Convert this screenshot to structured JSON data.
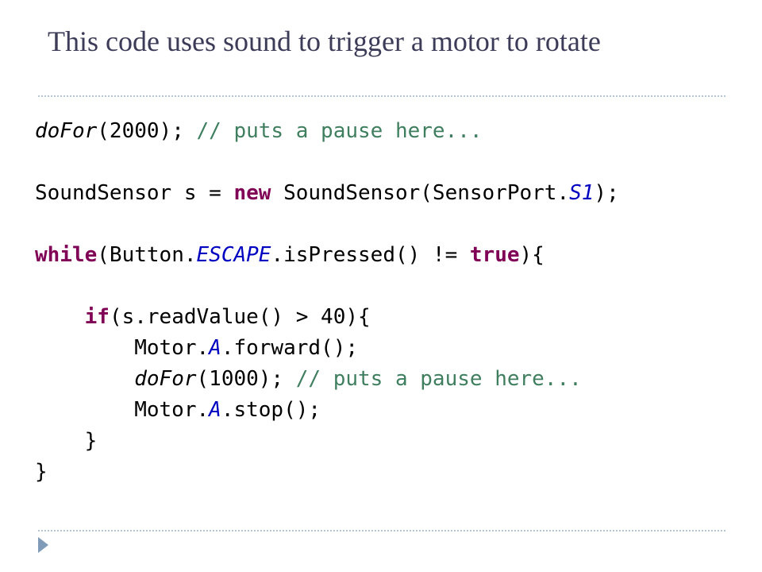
{
  "slide": {
    "title": "This code uses sound to trigger a motor to rotate"
  },
  "code": {
    "lines": [
      [
        {
          "t": "doFor",
          "c": "it"
        },
        {
          "t": "(2000); ",
          "c": ""
        },
        {
          "t": "// puts a pause here...",
          "c": "cm"
        }
      ],
      [],
      [
        {
          "t": "SoundSensor s = ",
          "c": ""
        },
        {
          "t": "new",
          "c": "kw"
        },
        {
          "t": " SoundSensor(SensorPort.",
          "c": ""
        },
        {
          "t": "S1",
          "c": "st"
        },
        {
          "t": ");",
          "c": ""
        }
      ],
      [],
      [
        {
          "t": "while",
          "c": "kw"
        },
        {
          "t": "(Button.",
          "c": ""
        },
        {
          "t": "ESCAPE",
          "c": "st"
        },
        {
          "t": ".isPressed() != ",
          "c": ""
        },
        {
          "t": "true",
          "c": "kw"
        },
        {
          "t": "){",
          "c": ""
        }
      ],
      [],
      [
        {
          "t": "    ",
          "c": ""
        },
        {
          "t": "if",
          "c": "kw"
        },
        {
          "t": "(s.readValue() > 40){",
          "c": ""
        }
      ],
      [
        {
          "t": "        Motor.",
          "c": ""
        },
        {
          "t": "A",
          "c": "st"
        },
        {
          "t": ".forward();",
          "c": ""
        }
      ],
      [
        {
          "t": "        ",
          "c": ""
        },
        {
          "t": "doFor",
          "c": "it"
        },
        {
          "t": "(1000); ",
          "c": ""
        },
        {
          "t": "// puts a pause here...",
          "c": "cm"
        }
      ],
      [
        {
          "t": "        Motor.",
          "c": ""
        },
        {
          "t": "A",
          "c": "st"
        },
        {
          "t": ".stop();",
          "c": ""
        }
      ],
      [
        {
          "t": "    }",
          "c": ""
        }
      ],
      [
        {
          "t": "}",
          "c": ""
        }
      ]
    ]
  },
  "colors": {
    "keyword": "#7f0055",
    "comment": "#3f7f5f",
    "static_field": "#0000c0",
    "title": "#3c3c59",
    "rule": "#b7c5d5",
    "bullet": "#7f9bb8"
  }
}
